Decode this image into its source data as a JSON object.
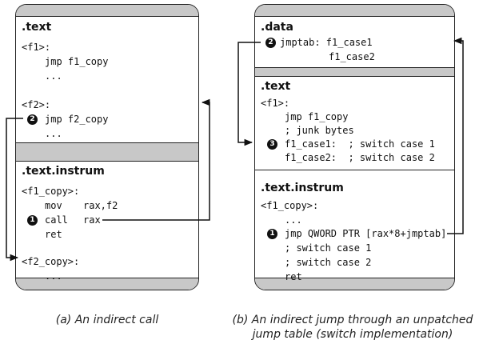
{
  "left": {
    "text_header": ".text",
    "f1_label": "<f1>:",
    "f1_jmp": "jmp f1_copy",
    "dots1": "...",
    "f2_label": "<f2>:",
    "f2_mark": "2",
    "f2_jmp": "jmp f2_copy",
    "dots2": "...",
    "instrum_header": ".text.instrum",
    "f1copy_label": "<f1_copy>:",
    "mov_op": "mov",
    "mov_args": "rax,f2",
    "call_mark": "1",
    "call_op": "call",
    "call_args": "rax",
    "ret": "ret",
    "f2copy_label": "<f2_copy>:",
    "dots3": "..."
  },
  "right": {
    "data_header": ".data",
    "jmptab_mark": "2",
    "jmptab_line1": "jmptab: f1_case1",
    "jmptab_line2": "f1_case2",
    "text_header": ".text",
    "f1_label": "<f1>:",
    "f1_jmp": "jmp f1_copy",
    "junk": "; junk bytes",
    "case1_mark": "3",
    "case1_line": "f1_case1:  ; switch case 1",
    "case2_line": "f1_case2:  ; switch case 2",
    "instrum_header": ".text.instrum",
    "f1copy_label": "<f1_copy>:",
    "dots": "...",
    "jmp_mark": "1",
    "jmp_line": "jmp QWORD PTR [rax*8+jmptab]",
    "sc1": "; switch case 1",
    "sc2": "; switch case 2",
    "ret": "ret"
  },
  "captions": {
    "left": "(a) An indirect call",
    "right_line1": "(b) An indirect jump through an unpatched",
    "right_line2": "jump table (switch implementation)"
  }
}
